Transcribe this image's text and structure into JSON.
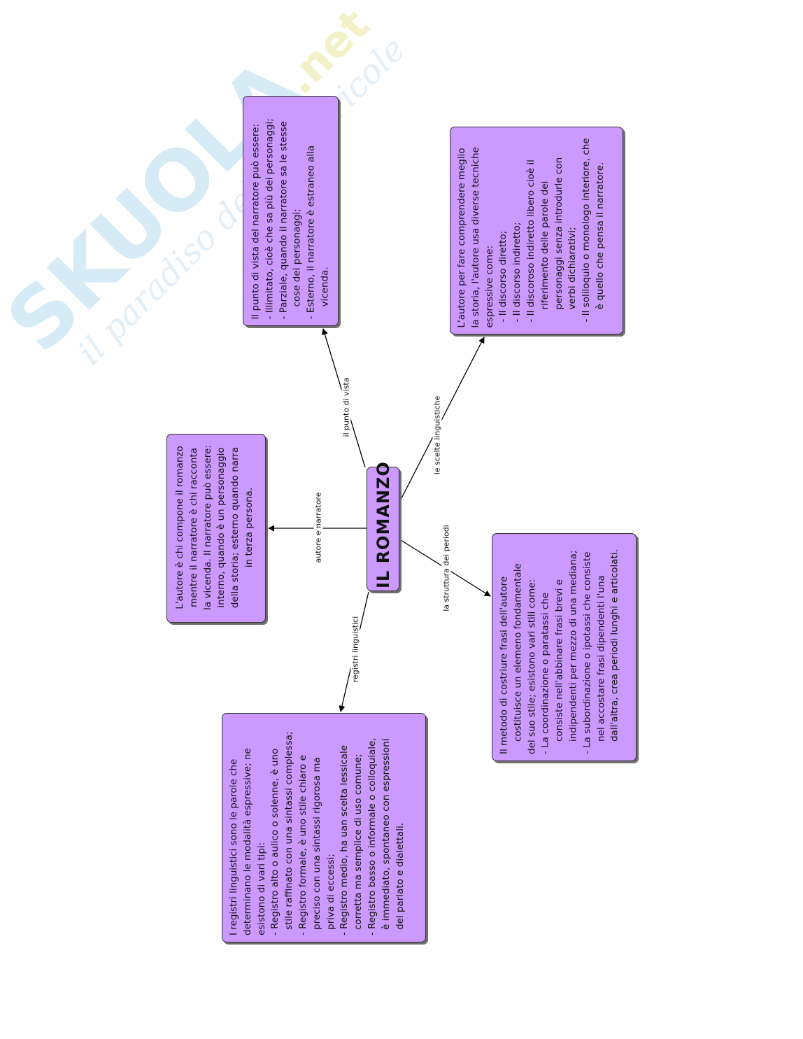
{
  "watermark": {
    "brand": "SKUOLA",
    "net": ".net",
    "tagline": "il paradiso delle matricole"
  },
  "center": {
    "title": "IL ROMANZO"
  },
  "links": {
    "autore": "autore e narratore",
    "punto": "il punto di vista",
    "scelte": "le scelte linguistiche",
    "struttura": "la struttura dei periodi",
    "registri": "registri linguistici"
  },
  "nodes": {
    "autore": {
      "lines": [
        "L'autore è chi compone il romanzo",
        "mentre il narratore è chi racconta",
        "la vicenda. Il narratore può essere:",
        "interno, quando è un personaggio",
        "della storia; esterno quando narra",
        "in terza persona."
      ]
    },
    "punto": {
      "lines": [
        "Il punto di vista del narratore può essere:",
        "- Illimitato, cioè che sa più dei personaggi;",
        "- Parziale, quando il narratore sa le stesse",
        "cose dei personaggi;",
        "- Esterno, il narratore è estraneo alla",
        "vicenda."
      ]
    },
    "scelte": {
      "lines": [
        "L'autore per fare comprendere meglio",
        "la storia, l'autore usa diverse tecniche",
        "espressive come:",
        "- Il discorso diretto;",
        "- Il discorso indiretto;",
        "- Il discoroso indiretto libero cioè il",
        "riferimento delle parole dei",
        "personaggi senza introdurle con",
        "verbi dichiarativi;",
        "- Il soliloquio o monologo interiore, che",
        "è quello che pensa il narratore."
      ]
    },
    "struttura": {
      "lines": [
        "Il metodo di costriure frasi dell'autore",
        "costituisce un elemeno fondamentale",
        "del suo stile; esistono vari stili come:",
        "- La coordinazione o paratassi che",
        "consiste nell'abbinare frasi brevi e",
        "indipendenti per mezzo di una mediana;",
        "- La subordinazione o ipotassi che consiste",
        "nel accostare frasi dipendenti l'una",
        "dall'altra, crea periodi lunghi e articolati."
      ]
    },
    "registri": {
      "lines": [
        "I registri linguistici sono le parole che",
        "determinano le modalità espressive; ne",
        "esistono di vari tipi:",
        "- Registro alto o aulico o solenne, è uno",
        "stile raffinato con una sintassi complessa;",
        "- Registro formale, è uno stile chiaro e",
        "preciso con una sintassi rigorosa ma",
        "priva di eccessi;",
        "- Registro medio, ha uan scelta lessicale",
        "corretta ma semplice di uso comune;",
        "- Registro basso o informale o colloquiale,",
        "è immediato, spontaneo con espressioni",
        "del parlato e dialettali."
      ]
    }
  }
}
